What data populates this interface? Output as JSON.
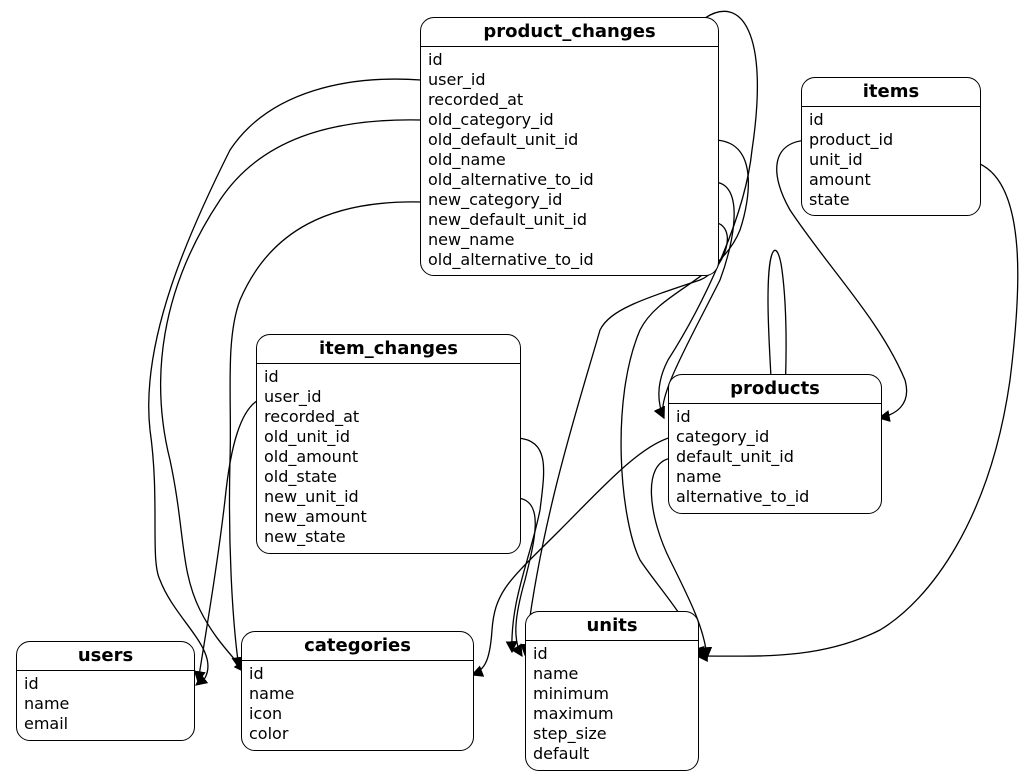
{
  "diagram": {
    "entities": [
      {
        "key": "product_changes",
        "name": "product_changes",
        "fields": [
          "id",
          "user_id",
          "recorded_at",
          "old_category_id",
          "old_default_unit_id",
          "old_name",
          "old_alternative_to_id",
          "new_category_id",
          "new_default_unit_id",
          "new_name",
          "old_alternative_to_id"
        ]
      },
      {
        "key": "items",
        "name": "items",
        "fields": [
          "id",
          "product_id",
          "unit_id",
          "amount",
          "state"
        ]
      },
      {
        "key": "item_changes",
        "name": "item_changes",
        "fields": [
          "id",
          "user_id",
          "recorded_at",
          "old_unit_id",
          "old_amount",
          "old_state",
          "new_unit_id",
          "new_amount",
          "new_state"
        ]
      },
      {
        "key": "products",
        "name": "products",
        "fields": [
          "id",
          "category_id",
          "default_unit_id",
          "name",
          "alternative_to_id"
        ]
      },
      {
        "key": "users",
        "name": "users",
        "fields": [
          "id",
          "name",
          "email"
        ]
      },
      {
        "key": "categories",
        "name": "categories",
        "fields": [
          "id",
          "name",
          "icon",
          "color"
        ]
      },
      {
        "key": "units",
        "name": "units",
        "fields": [
          "id",
          "name",
          "minimum",
          "maximum",
          "step_size",
          "default"
        ]
      }
    ],
    "relations": [
      {
        "from": "product_changes.user_id",
        "to": "users.id"
      },
      {
        "from": "product_changes.old_category_id",
        "to": "categories.id"
      },
      {
        "from": "product_changes.new_category_id",
        "to": "categories.id"
      },
      {
        "from": "product_changes.old_default_unit_id",
        "to": "units.id"
      },
      {
        "from": "product_changes.new_default_unit_id",
        "to": "units.id"
      },
      {
        "from": "product_changes.old_alternative_to_id",
        "to": "products.id"
      },
      {
        "from": "product_changes.id",
        "to": "products.id"
      },
      {
        "from": "items.product_id",
        "to": "products.id"
      },
      {
        "from": "items.unit_id",
        "to": "units.id"
      },
      {
        "from": "item_changes.user_id",
        "to": "users.id"
      },
      {
        "from": "item_changes.old_unit_id",
        "to": "units.id"
      },
      {
        "from": "item_changes.new_unit_id",
        "to": "units.id"
      },
      {
        "from": "products.category_id",
        "to": "categories.id"
      },
      {
        "from": "products.default_unit_id",
        "to": "units.id"
      },
      {
        "from": "products.alternative_to_id",
        "to": "products.id"
      }
    ]
  }
}
